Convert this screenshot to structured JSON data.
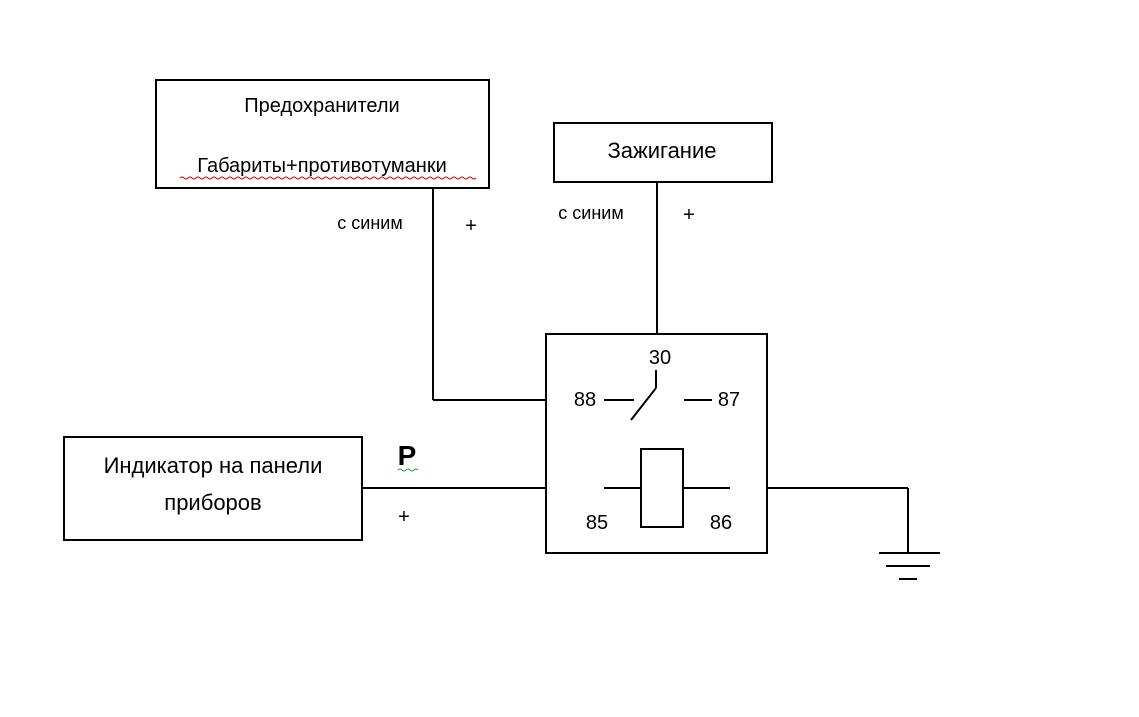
{
  "boxes": {
    "fuses": {
      "title": "Предохранители",
      "subtitle": "Габариты+противотуманки"
    },
    "ignition": {
      "title": "Зажигание"
    },
    "indicator": {
      "line1": "Индикатор на панели",
      "line2": "приборов"
    }
  },
  "wires": {
    "fuse_wire_label": "с синим",
    "fuse_wire_polarity": "+",
    "ignition_wire_label": "с синим",
    "ignition_wire_polarity": "+",
    "indicator_wire_label": "P",
    "indicator_wire_polarity": "+"
  },
  "relay": {
    "pin_30": "30",
    "pin_88": "88",
    "pin_87": "87",
    "pin_85": "85",
    "pin_86": "86"
  }
}
